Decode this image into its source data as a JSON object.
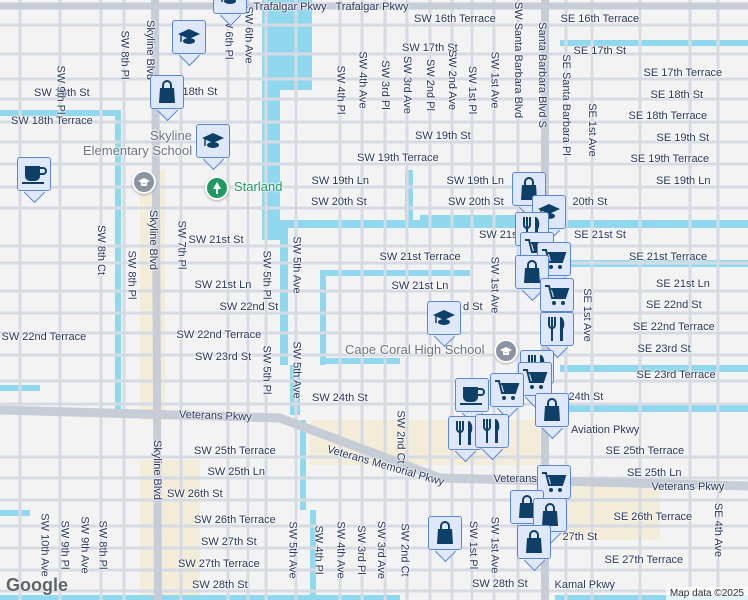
{
  "map": {
    "colors": {
      "water": "#8fd8ee",
      "road": "#d6dbe3",
      "major_road": "#c7cdd6",
      "land": "#f4f3f4",
      "urban": "#f3ecd9",
      "marker_fill": "#dfe8fb",
      "marker_border": "#5b86d6",
      "icon": "#0e3f66"
    },
    "street_labels": [
      "Trafalgar Pkwy",
      "Trafalgar Pkwy",
      "SW 16th Terrace",
      "SE 16th Terrace",
      "SW 17th St",
      "SE 17th St",
      "SE 17th Terrace",
      "SW 18th St",
      "18th St",
      "SE 18th St",
      "SE 18th Terrace",
      "SW 18th Terrace",
      "SW 19th St",
      "SE 19th St",
      "SW 19th Terrace",
      "SE 19th Terrace",
      "SW 19th Ln",
      "SW 19th Ln",
      "SE 19th Ln",
      "SW 20th St",
      "SW 20th St",
      "20th St",
      "SW 21st St",
      "SW 21st",
      "SE 21st St",
      "SW 21st Terrace",
      "SE 21st Terrace",
      "SW 21st Ln",
      "SW 21st Ln",
      "SE 21st Ln",
      "SW 22nd St",
      "d St",
      "SE 22nd St",
      "SW 22nd Terrace",
      "SW 22nd Terrace",
      "SE 22nd Terrace",
      "SW 23rd St",
      "SE 23rd St",
      "SE 23rd Terrace",
      "SW 24th St",
      "24th St",
      "Veterans Pkwy",
      "Aviation Pkwy",
      "SW 25th Terrace",
      "SE 25th Terrace",
      "SW 25th Ln",
      "SE 25th Ln",
      "Veterans Memorial Pkwy",
      "Veterans",
      "Veterans Pkwy",
      "SW 26th St",
      "SW 26th Terrace",
      "SE 26th Terrace",
      "SW 27th St",
      "27th St",
      "SW 27th Terrace",
      "SE 27th Terrace",
      "SW 28th St",
      "SW 28th St",
      "Kamal Pkwy",
      "SW 9th Pl",
      "SW 8th Pl",
      "Skyline Blvd",
      "SW 6th Pl",
      "SW 6th Ave",
      "SW 4th Pl",
      "SW 4th Ave",
      "SW 3rd Pl",
      "SW 3rd Ave",
      "SW 2nd Pl",
      "SW 2nd Ave",
      "SW 1st Pl",
      "SW 1st Ave",
      "SW Santa Barbara Blvd",
      "Santa Barbara Blvd S",
      "SE Santa Barbara Pl",
      "SE 1st Ave",
      "SW 8th Ct",
      "SW 8th Pl",
      "Skyline Blvd",
      "SW 7th Pl",
      "SW 5th Pl",
      "SW 5th Ave",
      "SW 1st Ave",
      "SE 1st Ave",
      "SW 5th Pl",
      "SW 5th Ave",
      "Skyline Blvd",
      "SW 2nd Ct",
      "SW 10th Ave",
      "SW 9th Pl",
      "SW 9th Ave",
      "SW 8th Pl",
      "SW 5th Ave",
      "SW 4th Pl",
      "SW 4th Ave",
      "SW 3rd Pl",
      "SW 3rd Ave",
      "SW 2nd Ct",
      "SW 1st Pl",
      "SW 1st Ave",
      "SE 4th Ave"
    ],
    "poi_labels": {
      "skyline_1": "Skyline",
      "skyline_2": "Elementary School",
      "starland": "Starland",
      "high_school": "Cape Coral High School"
    },
    "markers": [
      "school",
      "school",
      "shopping",
      "school",
      "cafe",
      "shopping",
      "school",
      "restaurant",
      "grocery",
      "grocery",
      "shopping",
      "grocery",
      "restaurant",
      "school",
      "restaurant",
      "grocery",
      "grocery",
      "cafe",
      "shopping",
      "restaurant",
      "restaurant",
      "grocery",
      "shopping",
      "shopping",
      "shopping",
      "shopping"
    ],
    "logo": "Google",
    "attribution": "Map data ©2025"
  }
}
